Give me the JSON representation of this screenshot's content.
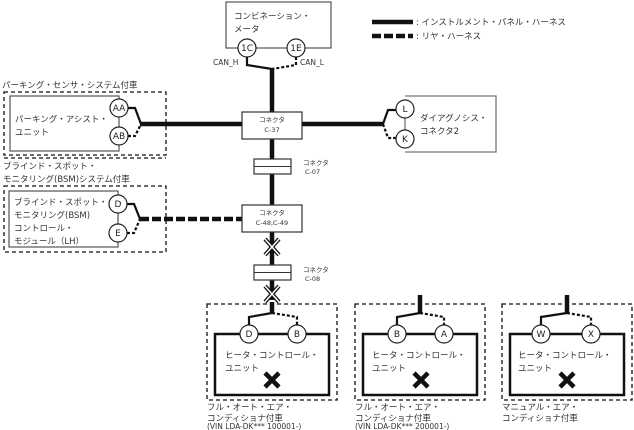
{
  "legend": {
    "instrument_harness": ": インストルメント・パネル・ハーネス",
    "rear_harness": ": リヤ・ハーネス"
  },
  "combination_meter": {
    "label_line1": "コンビネーション・",
    "label_line2": "メータ",
    "pin_high": "1C",
    "pin_low": "1E",
    "can_h": "CAN_H",
    "can_l": "CAN_L"
  },
  "parking_option": {
    "caption": "パーキング・センサ・システム付車",
    "unit_line1": "パーキング・アシスト・",
    "unit_line2": "ユニット",
    "pin_a": "AA",
    "pin_b": "AB"
  },
  "connector_c37": {
    "line1": "コネクタ",
    "line2": "C-37"
  },
  "diag_connector": {
    "label_line1": "ダイアグノシス・",
    "label_line2": "コネクタ2",
    "pin_a": "L",
    "pin_b": "K"
  },
  "connector_c07": {
    "line1": "コネクタ",
    "line2": "C-07"
  },
  "bsm_option": {
    "caption_line1": "ブラインド・スポット・",
    "caption_line2": "モニタリング(BSM)システム付車",
    "unit_line1": "ブラインド・スポット・",
    "unit_line2": "モニタリング(BSM)",
    "unit_line3": "コントロール・",
    "unit_line4": "モジュール（LH）",
    "pin_a": "D",
    "pin_b": "E"
  },
  "connector_c48": {
    "line1": "コネクタ",
    "line2": "C-48,C-49"
  },
  "connector_c08": {
    "line1": "コネクタ",
    "line2": "C-08"
  },
  "heater_units": [
    {
      "unit_line1": "ヒータ・コントロール・",
      "unit_line2": "ユニット",
      "pin_a": "D",
      "pin_b": "B",
      "caption_line1": "フル・オート・エア・",
      "caption_line2": "コンディショナ付車",
      "caption_line3": "(VIN LDA-DK*** 100001-)"
    },
    {
      "unit_line1": "ヒータ・コントロール・",
      "unit_line2": "ユニット",
      "pin_a": "B",
      "pin_b": "A",
      "caption_line1": "フル・オート・エア・",
      "caption_line2": "コンディショナ付車",
      "caption_line3": "(VIN LDA-DK*** 200001-)"
    },
    {
      "unit_line1": "ヒータ・コントロール・",
      "unit_line2": "ユニット",
      "pin_a": "W",
      "pin_b": "X",
      "caption_line1": "マニュアル・エア・",
      "caption_line2": "コンディショナ付車",
      "caption_line3": ""
    }
  ]
}
